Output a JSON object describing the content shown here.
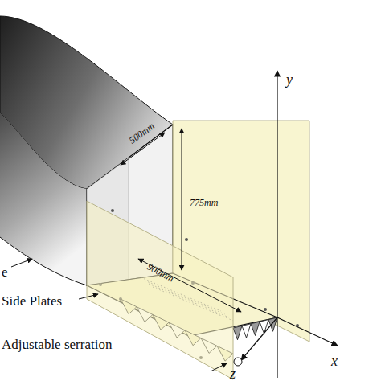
{
  "diagram": {
    "labels": [
      "e",
      "Side Plates",
      "Adjustable serration",
      "500mm",
      "775mm",
      "900mm",
      "y",
      "x",
      "z"
    ]
  }
}
